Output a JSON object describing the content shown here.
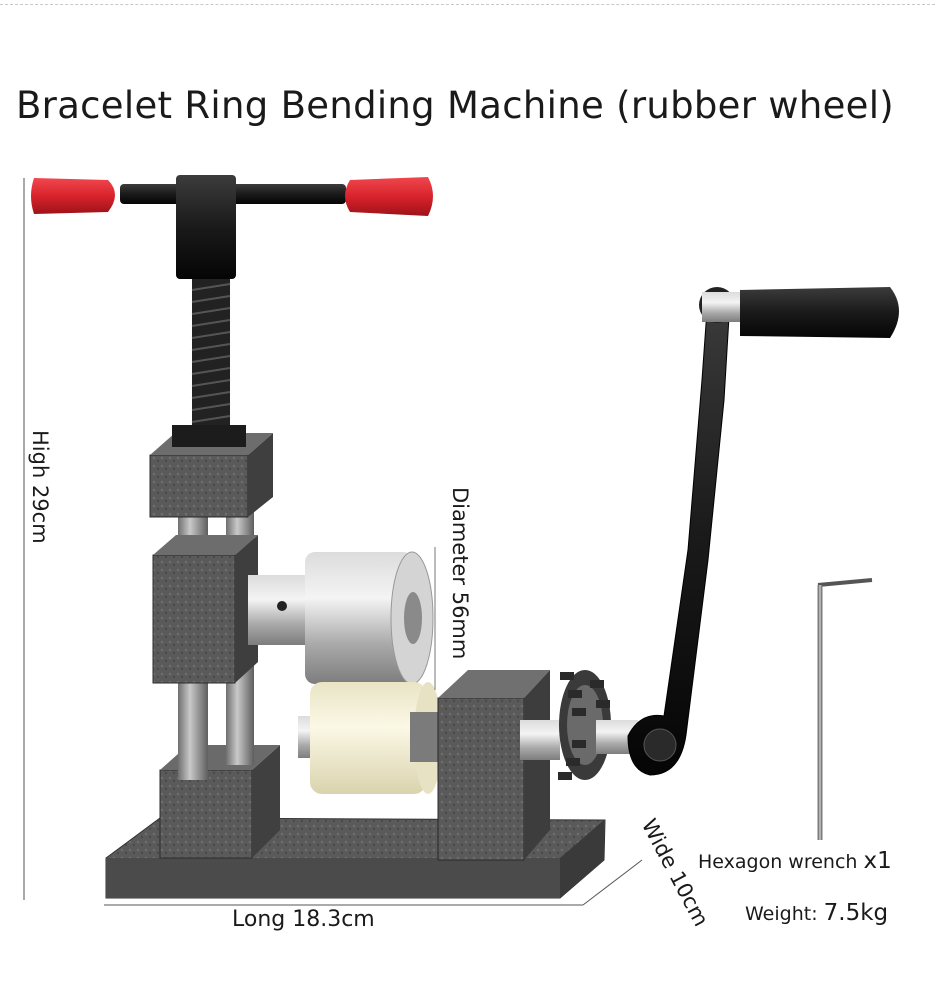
{
  "title": "Bracelet Ring Bending Machine (rubber wheel)",
  "dimensions": {
    "height": "High 29cm",
    "diameter": "Diameter 56mm",
    "length": "Long 18.3cm",
    "width": "Wide 10cm"
  },
  "accessory": {
    "name": "Hexagon wrench ",
    "quantity": "x1"
  },
  "weight": {
    "label": "Weight: ",
    "value": "7.5kg"
  },
  "colors": {
    "handle_red": "#d9232c",
    "body_gray": "#5c5c5c",
    "steel": "#b9b9b9",
    "rubber": "#f3efd6",
    "black": "#141414"
  }
}
